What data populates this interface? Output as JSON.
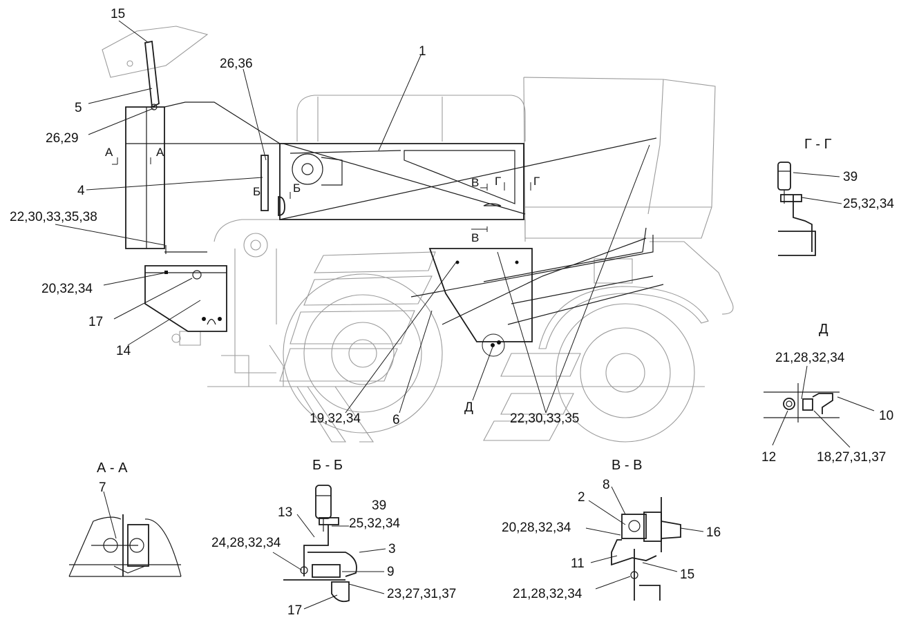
{
  "views": {
    "aa_title": "А - А",
    "bb_title": "Б - Б",
    "vv_title": "В - В",
    "gg_title": "Г - Г",
    "d_title": "Д"
  },
  "main_callouts": {
    "c15": "15",
    "c5": "5",
    "c26_29": "26,29",
    "c26_36": "26,36",
    "c1": "1",
    "c4": "4",
    "c22_30_33_35_38": "22,30,33,35,38",
    "c20_32_34": "20,32,34",
    "c17": "17",
    "c14": "14",
    "c19_32_34": "19,32,34",
    "c6": "6",
    "cD": "Д",
    "c22_30_33_35": "22,30,33,35"
  },
  "section_marks": {
    "a_left": "А",
    "a_right": "А",
    "b_left": "Б",
    "b_right": "Б",
    "v_top": "В",
    "v_bottom": "В",
    "g_left": "Г",
    "g_right": "Г"
  },
  "gg_callouts": {
    "c39": "39",
    "c25_32_34": "25,32,34"
  },
  "d_callouts": {
    "c21_28_32_34": "21,28,32,34",
    "c10": "10",
    "c12": "12",
    "c18_27_31_37": "18,27,31,37"
  },
  "aa_callouts": {
    "c7": "7"
  },
  "bb_callouts": {
    "c39": "39",
    "c13": "13",
    "c25_32_34": "25,32,34",
    "c24_28_32_34": "24,28,32,34",
    "c3": "3",
    "c9": "9",
    "c23_27_31_37": "23,27,31,37",
    "c17": "17"
  },
  "vv_callouts": {
    "c8": "8",
    "c2": "2",
    "c20_28_32_34": "20,28,32,34",
    "c16": "16",
    "c11": "11",
    "c15": "15",
    "c21_28_32_34": "21,28,32,34"
  },
  "colors": {
    "ink": "#1a1a1a",
    "background_lines": "#9a9a9a",
    "paper": "#ffffff"
  }
}
